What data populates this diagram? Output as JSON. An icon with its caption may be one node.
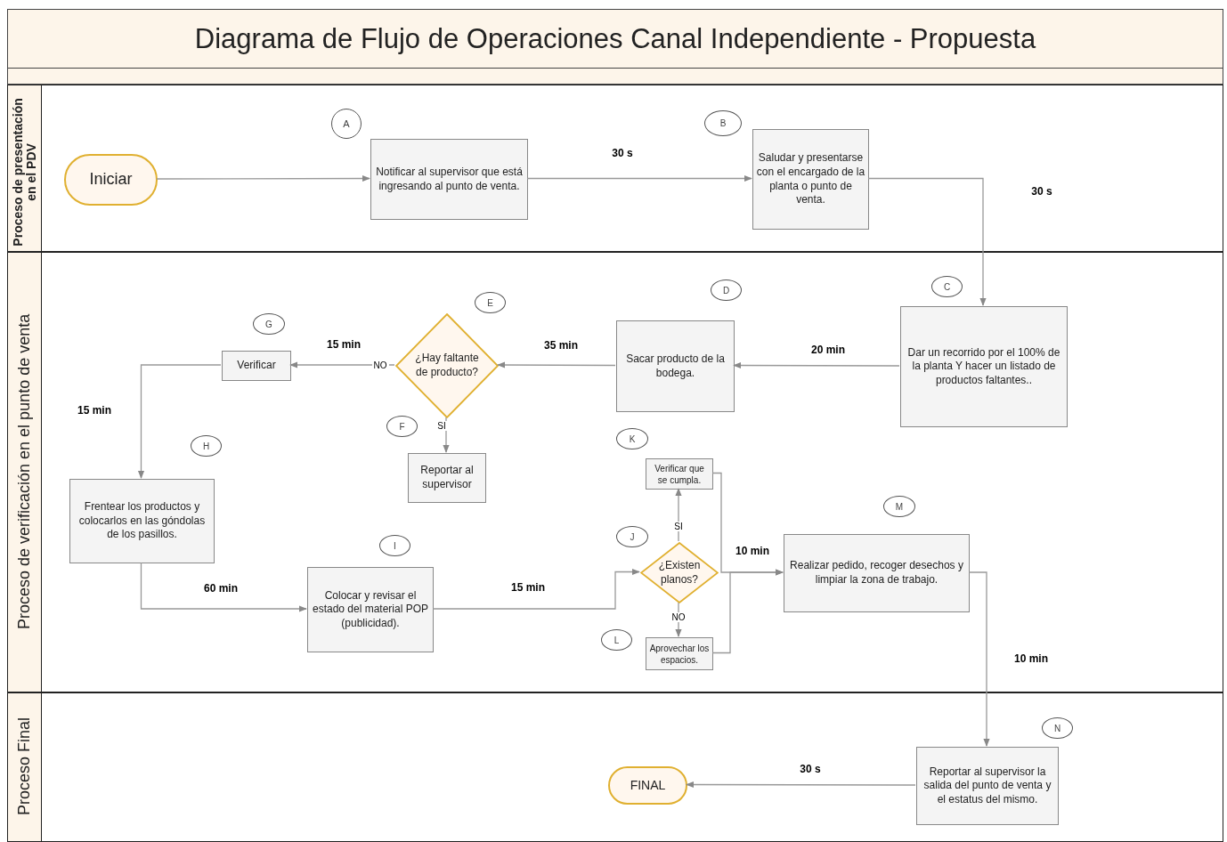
{
  "diagram": {
    "title": "Diagrama de Flujo de Operaciones Canal Independiente - Propuesta",
    "nodes": [
      {
        "text": [
          "Proceso de presentación en el PDV"
        ]
      },
      {
        "text": [
          "Iniciar"
        ],
        "in": 0
      },
      {
        "text": [
          "A"
        ],
        "in": 0
      },
      {
        "text": [
          "Notificar al supervisor que está ingresando al punto de venta."
        ],
        "in": 0
      },
      {
        "text": [
          "B"
        ],
        "in": 0
      },
      {
        "text": [
          "Saludar y presentarse con el encargado de la planta o punto de venta."
        ],
        "in": 0
      },
      {
        "text": [
          "Proceso de verificación en el punto de venta"
        ]
      },
      {
        "text": [
          "C"
        ],
        "in": 6
      },
      {
        "text": [
          "Dar un recorrido por el 100% de la planta Y hacer un listado de productos faltantes.."
        ],
        "in": 6
      },
      {
        "text": [
          "D"
        ],
        "in": 6
      },
      {
        "text": [
          "Sacar producto de la bodega."
        ],
        "in": 6
      },
      {
        "text": [
          "E"
        ],
        "in": 6
      },
      {
        "text": [
          "¿Hay faltante de producto?"
        ],
        "in": 6
      },
      {
        "text": [
          "G"
        ],
        "in": 6
      },
      {
        "text": [
          "Verificar"
        ],
        "in": 6
      },
      {
        "text": [
          "F"
        ],
        "in": 6
      },
      {
        "text": [
          "Reportar al supervisor"
        ],
        "in": 6
      },
      {
        "text": [
          "H"
        ],
        "in": 6
      },
      {
        "text": [
          "Frentear los productos y colocarlos en las góndolas de los pasillos."
        ],
        "in": 6
      },
      {
        "text": [
          "I"
        ],
        "in": 6
      },
      {
        "text": [
          "Colocar y revisar el estado del material POP (publicidad)."
        ],
        "in": 6
      },
      {
        "text": [
          "K"
        ],
        "in": 6
      },
      {
        "text": [
          "Verificar que se cumpla."
        ],
        "in": 6
      },
      {
        "text": [
          "J"
        ],
        "in": 6
      },
      {
        "text": [
          "¿Existen planos?"
        ],
        "in": 6
      },
      {
        "text": [
          "M"
        ],
        "in": 6
      },
      {
        "text": [
          "Realizar pedido, recoger desechos y limpiar la zona de trabajo."
        ],
        "in": 6
      },
      {
        "text": [
          "L"
        ],
        "in": 6
      },
      {
        "text": [
          "Aprovechar los espacios."
        ],
        "in": 6
      },
      {
        "text": [
          "Proceso Final"
        ]
      },
      {
        "text": [
          "N"
        ],
        "in": 29
      },
      {
        "text": [
          "Reportar al supervisor la salida del punto de venta y el estatus del mismo."
        ],
        "in": 29
      },
      {
        "text": [
          "FINAL"
        ],
        "in": 29
      }
    ],
    "edges": [
      {
        "from": 1,
        "to": 3,
        "arrow": "to"
      },
      {
        "from": 3,
        "to": 5,
        "arrow": "to",
        "label": "30 s"
      },
      {
        "from": 5,
        "to": 8,
        "arrow": "to",
        "label": "30 s"
      },
      {
        "from": 8,
        "to": 10,
        "arrow": "to",
        "label": "20 min"
      },
      {
        "from": 10,
        "to": 12,
        "arrow": "to",
        "label": "35 min"
      },
      {
        "from": 12,
        "to": 14,
        "arrow": "to",
        "label": "NO"
      },
      {
        "from": 12,
        "to": 16,
        "arrow": "to",
        "label": "SI"
      },
      {
        "from": 14,
        "to": 18,
        "arrow": "to",
        "label": "15 min"
      },
      {
        "from": 18,
        "to": 20,
        "arrow": "to",
        "label": "60 min"
      },
      {
        "from": 20,
        "to": 24,
        "arrow": "to",
        "label": "15 min"
      },
      {
        "from": 24,
        "to": 22,
        "arrow": "to",
        "label": "SI"
      },
      {
        "from": 24,
        "to": 28,
        "arrow": "to",
        "label": "NO"
      },
      {
        "from": 22,
        "to": 26,
        "arrow": "to",
        "label": "10 min"
      },
      {
        "from": 28,
        "to": 26,
        "arrow": "to"
      },
      {
        "from": 26,
        "to": 31,
        "arrow": "to",
        "label": "10 min"
      },
      {
        "from": 31,
        "to": 32,
        "arrow": "to",
        "label": "30 s"
      }
    ],
    "labels": [
      "15 min"
    ]
  }
}
